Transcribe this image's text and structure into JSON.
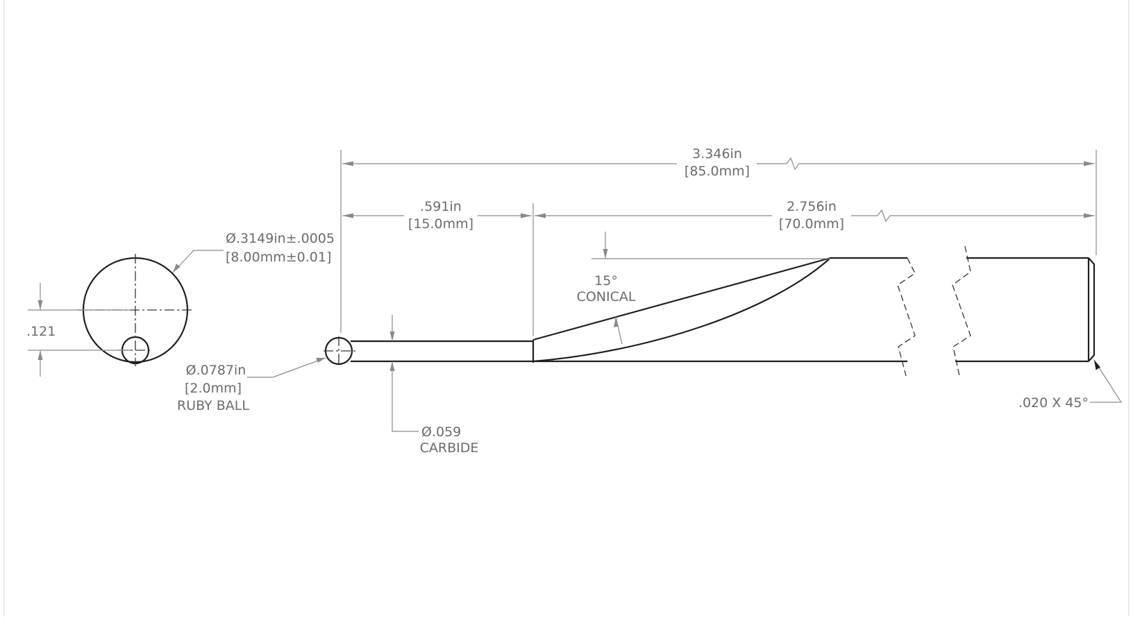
{
  "drawing": {
    "end_view": {
      "diameter_in": "Ø.3149in±.0005",
      "diameter_mm": "[8.00mm±0.01]",
      "offset": ".121"
    },
    "ball": {
      "diameter_in": "Ø.0787in",
      "diameter_mm": "[2.0mm]",
      "material": "RUBY BALL"
    },
    "stem": {
      "diameter": "Ø.059",
      "material": "CARBIDE"
    },
    "overall_length": {
      "in": "3.346in",
      "mm": "[85.0mm]"
    },
    "tip_length": {
      "in": ".591in",
      "mm": "[15.0mm]"
    },
    "body_length": {
      "in": "2.756in",
      "mm": "[70.0mm]"
    },
    "taper": {
      "angle": "15°",
      "type": "CONICAL"
    },
    "chamfer": ".020 X 45°"
  }
}
